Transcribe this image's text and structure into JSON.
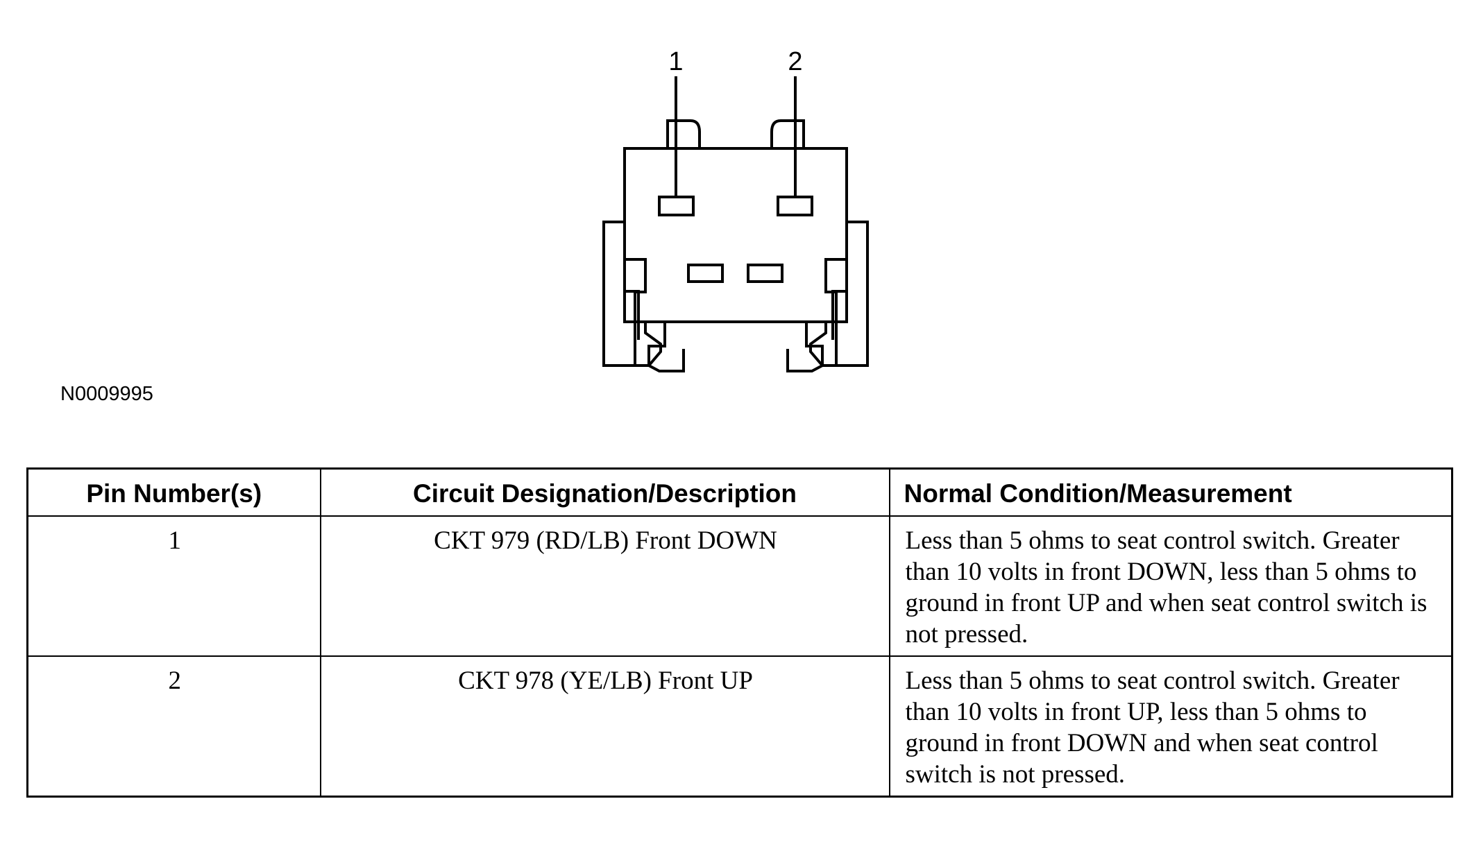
{
  "diagram": {
    "pin_labels": [
      "1",
      "2"
    ],
    "figure_id": "N0009995"
  },
  "table": {
    "headers": [
      "Pin Number(s)",
      "Circuit Designation/Description",
      "Normal Condition/Measurement"
    ],
    "rows": [
      {
        "pin": "1",
        "circuit": "CKT 979 (RD/LB) Front DOWN",
        "condition": "Less than 5 ohms to seat control switch. Greater than 10 volts in front DOWN, less than 5 ohms to ground in front UP and when seat control switch is not pressed."
      },
      {
        "pin": "2",
        "circuit": "CKT 978 (YE/LB) Front UP",
        "condition": "Less than 5 ohms to seat control switch. Greater than 10 volts in front UP, less than 5 ohms to ground in front DOWN and when seat control switch is not pressed."
      }
    ]
  }
}
